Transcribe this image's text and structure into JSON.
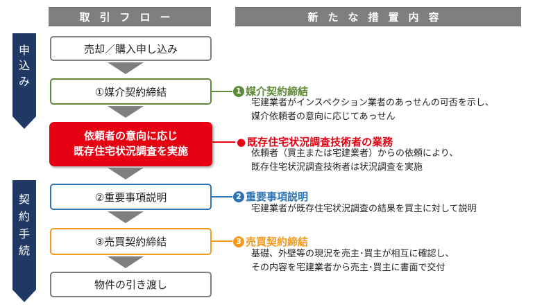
{
  "headers": {
    "flow": "取引フロー",
    "measures": "新たな措置内容"
  },
  "stages": [
    {
      "label_lines": [
        "申",
        "込",
        "み"
      ]
    },
    {
      "label_lines": [
        "契",
        "約",
        "手",
        "続"
      ]
    }
  ],
  "flow_boxes": [
    {
      "text": "売却／購入申し込み"
    },
    {
      "text": "①媒介契約締結"
    },
    {
      "lines": [
        "依頼者の意向に応じ",
        "既存住宅状況調査を実施"
      ]
    },
    {
      "text": "②重要事項説明"
    },
    {
      "text": "③売買契約締結"
    },
    {
      "text": "物件の引き渡し"
    }
  ],
  "measures": [
    {
      "number": "1",
      "title": "媒介契約締結",
      "color": "#5e8a37",
      "desc": [
        "宅建業者がインスペクション業者のあっせんの可否を示し、",
        "媒介依頼者の意向に応じてあっせん"
      ]
    },
    {
      "number": "●",
      "title": "既存住宅状況調査技術者の業務",
      "color": "#e60012",
      "desc": [
        "依頼者（買主または宅建業者）からの依頼により、",
        "既存住宅状況調査技術者は状況調査を実施"
      ]
    },
    {
      "number": "2",
      "title": "重要事項説明",
      "color": "#2e74b5",
      "desc": [
        "宅建業者が既存住宅状況調査の結果を買主に対して説明"
      ]
    },
    {
      "number": "3",
      "title": "売買契約締結",
      "color": "#f39a1e",
      "desc": [
        "基礎、外壁等の現況を売主･買主が相互に確認し、",
        "その内容を宅建業者から売主･買主に書面で交付"
      ]
    }
  ],
  "colors": {
    "stage": "#1f3864",
    "header": "#7f7f7f",
    "arrow": "#7f7f7f"
  }
}
